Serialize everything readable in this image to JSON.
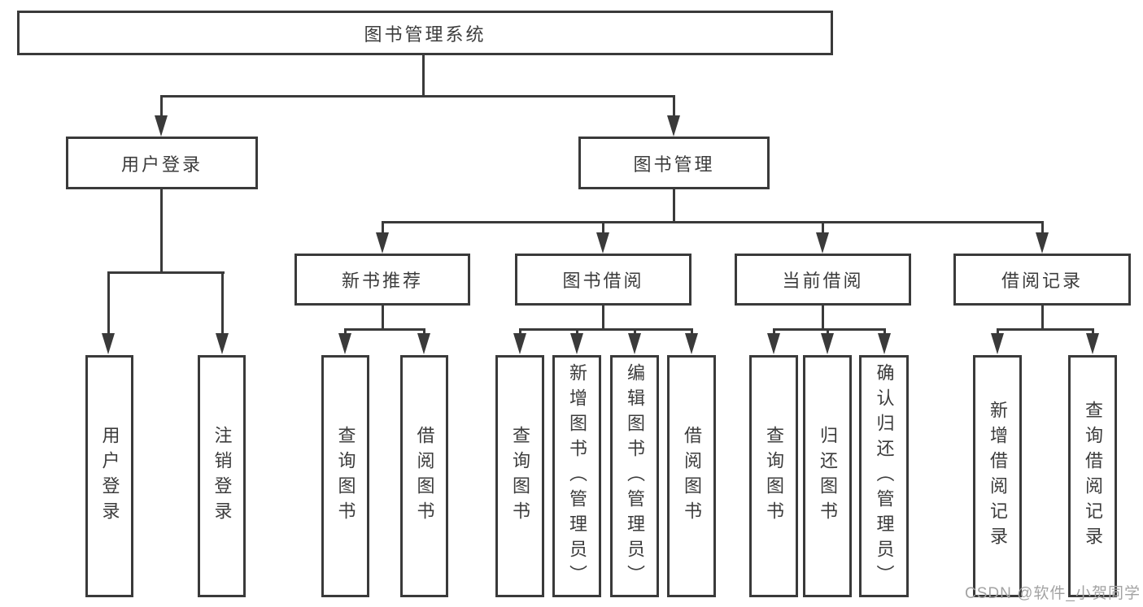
{
  "diagram_title": "图书管理系统",
  "nodes": {
    "root": {
      "label": "图书管理系统"
    },
    "user_login": {
      "label": "用户登录"
    },
    "book_mgmt": {
      "label": "图书管理"
    },
    "new_book_rec": {
      "label": "新书推荐"
    },
    "book_borrow": {
      "label": "图书借阅"
    },
    "current_borrow": {
      "label": "当前借阅"
    },
    "borrow_record": {
      "label": "借阅记录"
    },
    "leaf_user_login": {
      "label": "用户登录"
    },
    "leaf_logout": {
      "label": "注销登录"
    },
    "leaf_rec_query_book": {
      "label": "查询图书"
    },
    "leaf_rec_borrow_book": {
      "label": "借阅图书"
    },
    "leaf_bb_query_book": {
      "label": "查询图书"
    },
    "leaf_bb_add_book": {
      "label": "新增图书（管理员）"
    },
    "leaf_bb_edit_book": {
      "label": "编辑图书（管理员）"
    },
    "leaf_bb_borrow_book": {
      "label": "借阅图书"
    },
    "leaf_cb_query_book": {
      "label": "查询图书"
    },
    "leaf_cb_return_book": {
      "label": "归还图书"
    },
    "leaf_cb_confirm_return": {
      "label": "确认归还（管理员）"
    },
    "leaf_br_add_record": {
      "label": "新增借阅记录"
    },
    "leaf_br_query_record": {
      "label": "查询借阅记录"
    }
  },
  "hierarchy": {
    "图书管理系统": {
      "用户登录": [
        "用户登录",
        "注销登录"
      ],
      "图书管理": {
        "新书推荐": [
          "查询图书",
          "借阅图书"
        ],
        "图书借阅": [
          "查询图书",
          "新增图书（管理员）",
          "编辑图书（管理员）",
          "借阅图书"
        ],
        "当前借阅": [
          "查询图书",
          "归还图书",
          "确认归还（管理员）"
        ],
        "借阅记录": [
          "新增借阅记录",
          "查询借阅记录"
        ]
      }
    }
  },
  "watermark": {
    "text": "CSDN @软件_小贺同学"
  },
  "colors": {
    "line": "#3a3a3a",
    "box_border": "#3a3a3a",
    "text": "#3c3c3c",
    "watermark": "#a3a3a3",
    "background": "#ffffff"
  }
}
